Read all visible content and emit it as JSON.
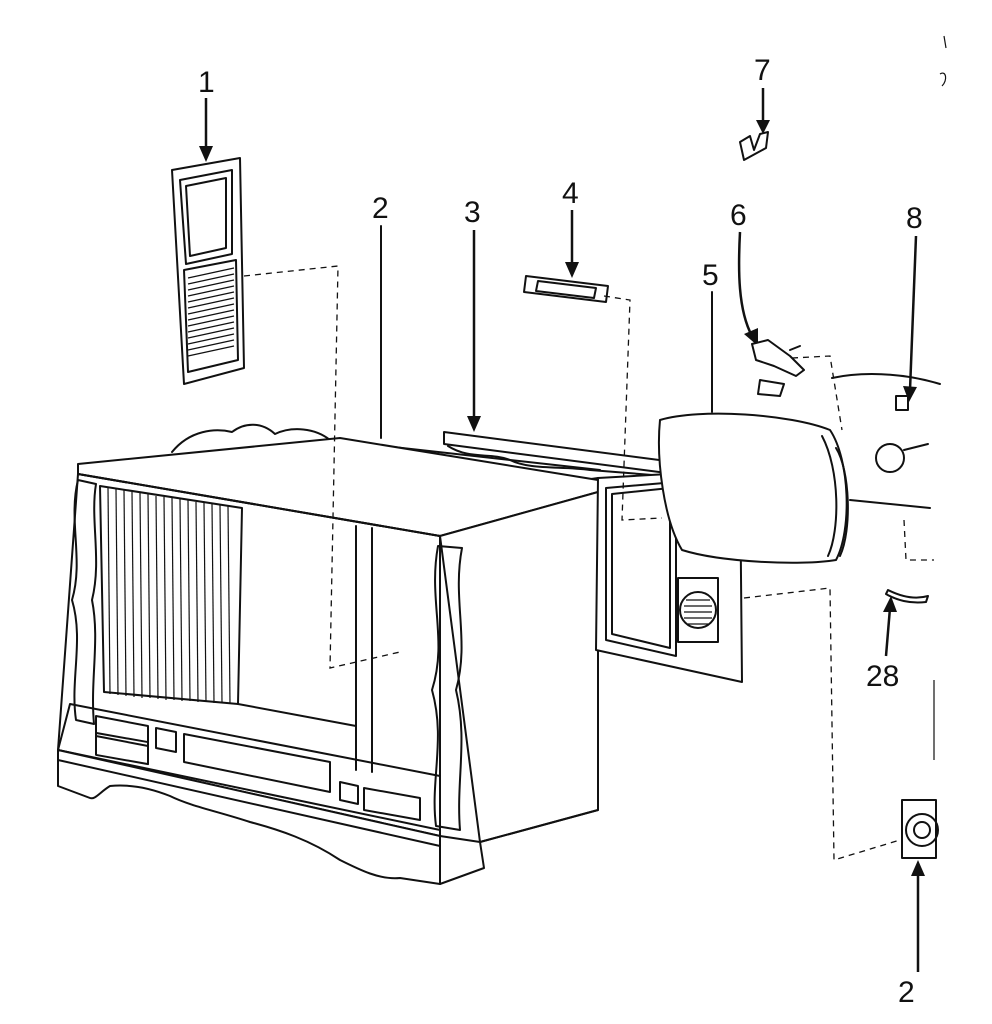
{
  "callouts": {
    "grille_front": "1",
    "cabinet": "2",
    "trim_strip": "3",
    "window_panel": "4",
    "picture_tube": "5",
    "yoke_bracket": "6",
    "clip": "7",
    "socket": "8",
    "strap": "28",
    "speaker": "2"
  }
}
